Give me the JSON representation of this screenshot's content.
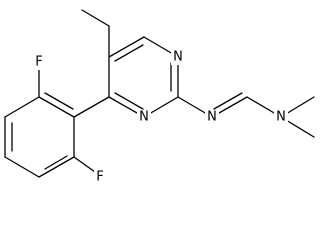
{
  "molecule": {
    "atoms": {
      "n1": "N",
      "n2": "N",
      "n_imine": "N",
      "n_amine": "N",
      "f_top": "F",
      "f_bottom": "F"
    },
    "colors": {
      "bond": "#000000",
      "label": "#000000",
      "background": "#ffffff"
    }
  }
}
